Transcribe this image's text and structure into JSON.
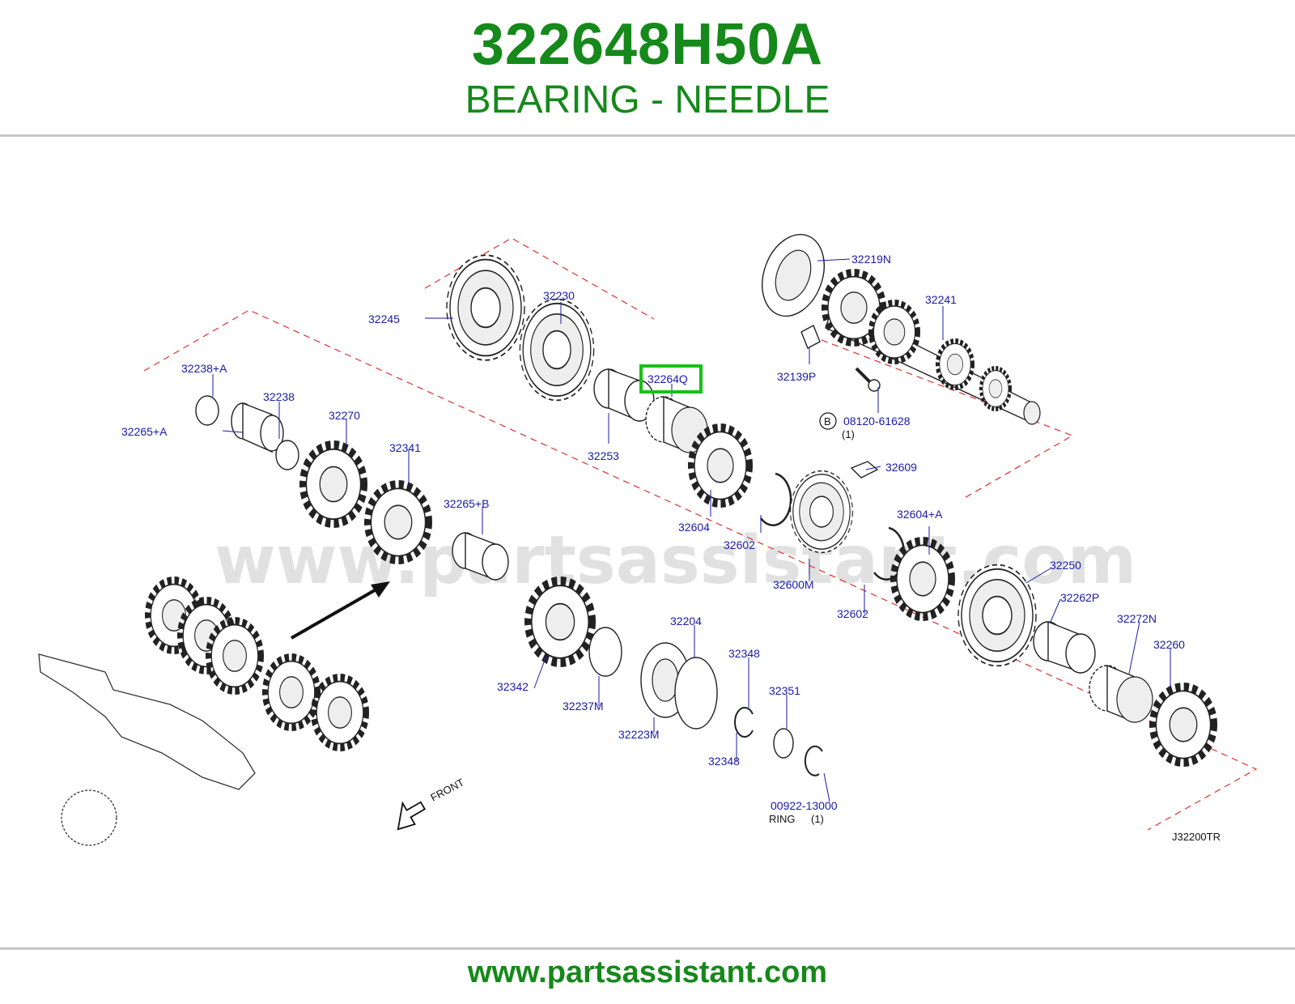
{
  "header": {
    "part_number": "322648H50A",
    "description": "BEARING - NEEDLE"
  },
  "highlight_label": "32264Q",
  "watermark": "www.partsassistant.com",
  "footer": {
    "url": "www.partsassistant.com"
  },
  "diagram_code": "J32200TR",
  "front_label": "FRONT",
  "labels": {
    "l32219N": "32219N",
    "l32241": "32241",
    "l32245": "32245",
    "l32230": "32230",
    "l32139P": "32139P",
    "b_marker": "B",
    "l08120": "08120-61628",
    "qty1": "(1)",
    "l32238A": "32238+A",
    "l32238": "32238",
    "l32265A": "32265+A",
    "l32270": "32270",
    "l32341": "32341",
    "l32253": "32253",
    "l32609": "32609",
    "l32604": "32604",
    "l32265B": "32265+B",
    "l32602a": "32602",
    "l32604A": "32604+A",
    "l32600M": "32600M",
    "l32250": "32250",
    "l32602b": "32602",
    "l32262P": "32262P",
    "l32204": "32204",
    "l32272N": "32272N",
    "l32348a": "32348",
    "l32260": "32260",
    "l32342": "32342",
    "l32237M": "32237M",
    "l32351": "32351",
    "l32223M": "32223M",
    "l32348b": "32348",
    "l00922": "00922-13000",
    "ring": "RING",
    "qty2": "(1)"
  },
  "colors": {
    "brand_green": "#15891a",
    "callout_blue": "#1a1aa8",
    "dashed_red": "#e03030",
    "highlight_box": "#18c018"
  }
}
